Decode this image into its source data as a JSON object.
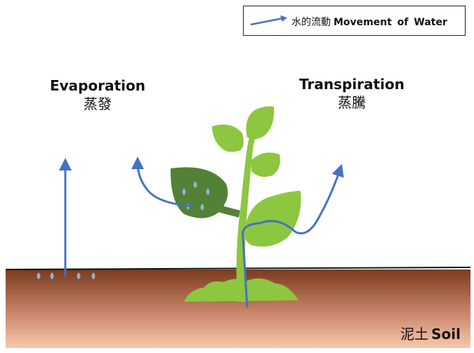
{
  "legend": {
    "label_zh": "水的流動",
    "label_en": "Movement of Water"
  },
  "evaporation": {
    "label_en": "Evaporation",
    "label_zh": "蒸發"
  },
  "transpiration": {
    "label_en": "Transpiration",
    "label_zh": "蒸騰"
  },
  "soil": {
    "label_zh": "泥土",
    "label_en": "Soil"
  },
  "icons": [
    "plant-icon",
    "water-drop-icon",
    "arrow-icon"
  ],
  "colors": {
    "water_arrow": "#4472c4",
    "water_drop": "#8db3e2",
    "plant_light": "#8dc63f",
    "plant_dark": "#538135",
    "soil_top": "#7b3b1e",
    "soil_bottom": "#f5c0a0"
  }
}
